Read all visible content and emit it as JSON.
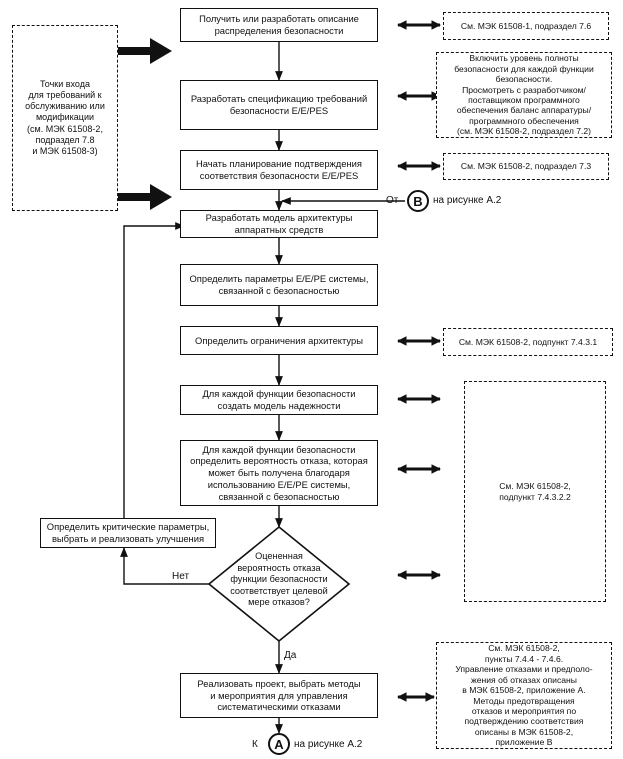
{
  "process": [
    "Получить или разработать описание\nраспределения безопасности",
    "Разработать спецификацию требований\nбезопасности E/E/PES",
    "Начать планирование подтверждения\nсоответствия безопасности E/E/PES",
    "Разработать модель архитектуры\nаппаратных средств",
    "Определить параметры E/E/PE системы,\nсвязанной с безопасностью",
    "Определить ограничения архитектуры",
    "Для каждой функции безопасности\nсоздать модель надежности",
    "Для каждой функции безопасности\nопределить вероятность отказа, которая\nможет быть получена благодаря\nиспользованию E/E/PE системы,\nсвязанной с безопасностью",
    "Реализовать проект, выбрать методы\nи мероприятия для управления\nсистематическими отказами"
  ],
  "improve_box": "Определить критические параметры,\nвыбрать и реализовать улучшения",
  "decision": "Оцененная\nвероятность отказа\nфункции безопасности\nсоответствует целевой\nмере отказов?",
  "decision_no": "Нет",
  "decision_yes": "Да",
  "entry_points": "Точки входа\nдля требований к\nобслуживанию или\nмодификации\n(см. МЭК 61508-2,\nподраздел 7.8\nи МЭК 61508-3)",
  "references": [
    "См. МЭК 61508-1, подраздел 7.6",
    "Включить уровень полноты\nбезопасности для каждой функции\nбезопасности.\nПросмотреть с разработчиком/\nпоставщиком программного\nобеспечения баланс аппаратуры/\nпрограммного обеспечения\n(см. МЭК 61508-2, подраздел 7.2)",
    "См. МЭК 61508-2, подраздел 7.3",
    "См. МЭК 61508-2, подпункт 7.4.3.1",
    "См. МЭК 61508-2,\nподпункт 7.4.3.2.2",
    "См. МЭК 61508-2,\nпункты 7.4.4 - 7.4.6.\nУправление отказами и предполо-\nжения об отказах описаны\nв МЭК 61508-2, приложение А.\nМетоды предотвращения\nотказов и мероприятия по\nподтверждению соответствия\nописаны в МЭК 61508-2,\nприложение В"
  ],
  "connector_in": {
    "prefix": "От",
    "letter": "B",
    "suffix": "на рисунке А.2"
  },
  "connector_out": {
    "prefix": "К",
    "letter": "A",
    "suffix": "на рисунке А.2"
  }
}
